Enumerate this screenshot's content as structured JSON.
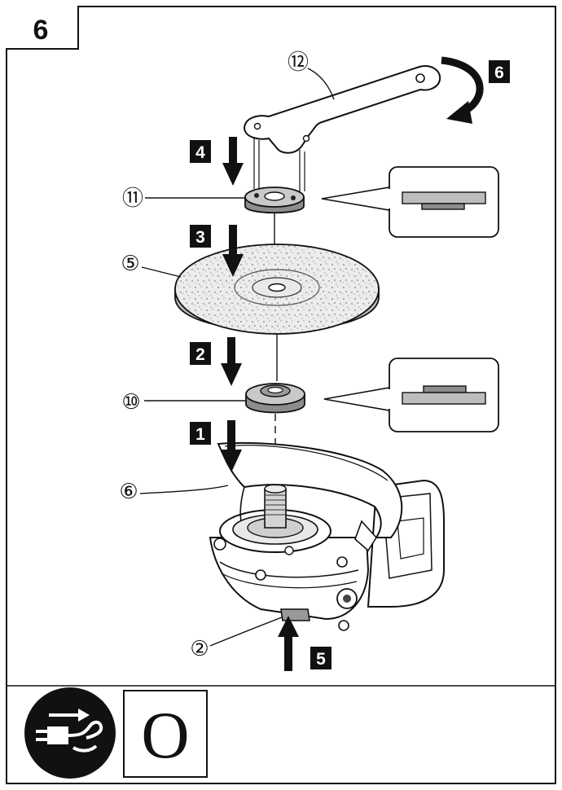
{
  "figure": {
    "number": "6"
  },
  "parts": {
    "wrench": "⑫",
    "outer_nut": "⑪",
    "disc": "⑤",
    "inner_flange": "⑩",
    "guard": "⑥",
    "spindle_lock": "②"
  },
  "steps": {
    "s1": "1",
    "s2": "2",
    "s3": "3",
    "s4": "4",
    "s5": "5",
    "s6": "6"
  },
  "switch_symbol": "O",
  "colors": {
    "ink": "#111111",
    "paper": "#ffffff",
    "disc_fill": "#e6e6e6",
    "part_fill": "#bdbdbd",
    "dark_fill": "#555555"
  }
}
